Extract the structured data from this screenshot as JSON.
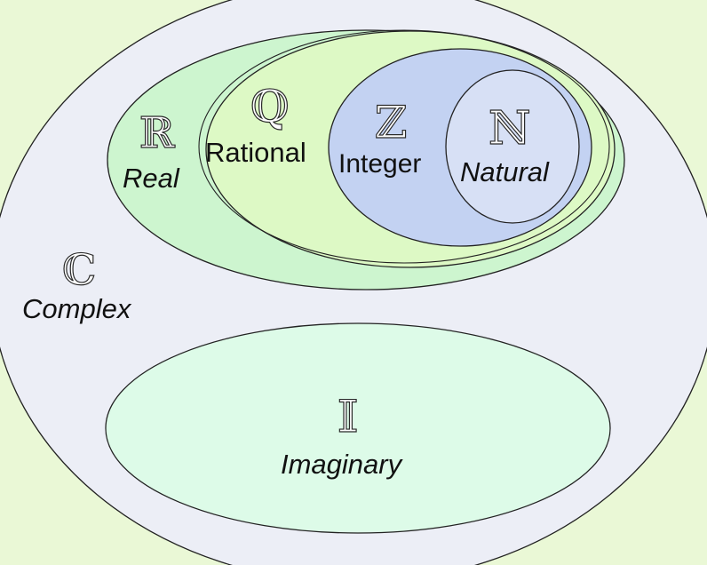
{
  "sets": {
    "complex": {
      "symbol": "ℂ",
      "label": "Complex",
      "fill": "#eceef6"
    },
    "real": {
      "symbol": "ℝ",
      "label": "Real",
      "fill": "#cdf5cf"
    },
    "rational": {
      "symbol": "ℚ",
      "label": "Rational",
      "fill": "#ddf9c5"
    },
    "integer": {
      "symbol": "ℤ",
      "label": "Integer",
      "fill": "#c3d2f2"
    },
    "natural": {
      "symbol": "ℕ",
      "label": "Natural",
      "fill": "#d7e0f5"
    },
    "imaginary": {
      "symbol": "𝕀",
      "label": "Imaginary",
      "fill": "#ddfbe8"
    }
  },
  "colors": {
    "background": "#eaf8d6",
    "outline": "#222222"
  }
}
